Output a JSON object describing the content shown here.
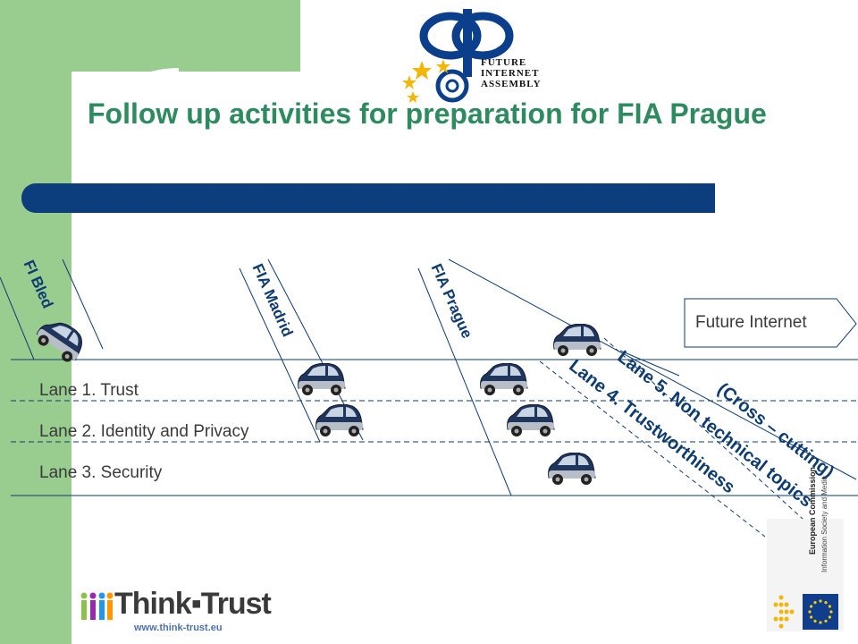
{
  "slide": {
    "title": "Follow up activities for preparation for FIA Prague",
    "colors": {
      "title": "#2e8a5f",
      "bar": "#0c3d7d",
      "lane_lines": "#0e3b70",
      "sidebar": "#99cc8f"
    }
  },
  "logo_fia": {
    "icon": "fia-phi-at-logo",
    "line1": "FUTURE",
    "line2": "INTERNET",
    "line3": "ASSEMBLY"
  },
  "lanes": [
    {
      "label": "Lane 1. Trust"
    },
    {
      "label": "Lane 2. Identity and Privacy"
    },
    {
      "label": "Lane 3. Security"
    }
  ],
  "events": {
    "bled": "FI Bled",
    "madrid": "FIA Madrid",
    "prague": "FIA Prague"
  },
  "diagonal_lanes": {
    "lane4": "Lane 4. Trustworthiness",
    "lane5": "Lane 5. Non technical topics",
    "cross": "(Cross – cutting)"
  },
  "future_box": {
    "label": "Future Internet"
  },
  "footer": {
    "brand": "Think▪Trust",
    "url": "www.think-trust.eu",
    "ec_line1": "European Commission",
    "ec_line2": "Information Society and Media"
  }
}
